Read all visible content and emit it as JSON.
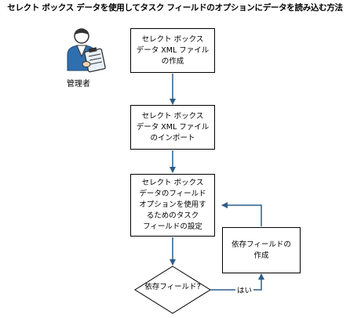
{
  "title": "セレクト ボックス データを使用してタスク フィールドのオプションにデータを読み込む方法",
  "actor": {
    "label": "管理者",
    "icon": "administrator-clipboard-icon"
  },
  "steps": [
    {
      "label": "セレクト ボックス\nデータ XML ファイル\nの作成"
    },
    {
      "label": "セレクト ボックス\nデータ XML ファイル\nのインポート"
    },
    {
      "label": "セレクト ボックス\nデータのフィールド\nオプションを使用す\nるためのタスク\nフィールドの設定"
    }
  ],
  "decision": {
    "label": "依存フィールド?",
    "yes_label": "はい"
  },
  "side_step": {
    "label": "依存フィールドの\n作成"
  },
  "colors": {
    "arrow": "#2b5d8a",
    "icon_blue": "#2f6fb0"
  }
}
